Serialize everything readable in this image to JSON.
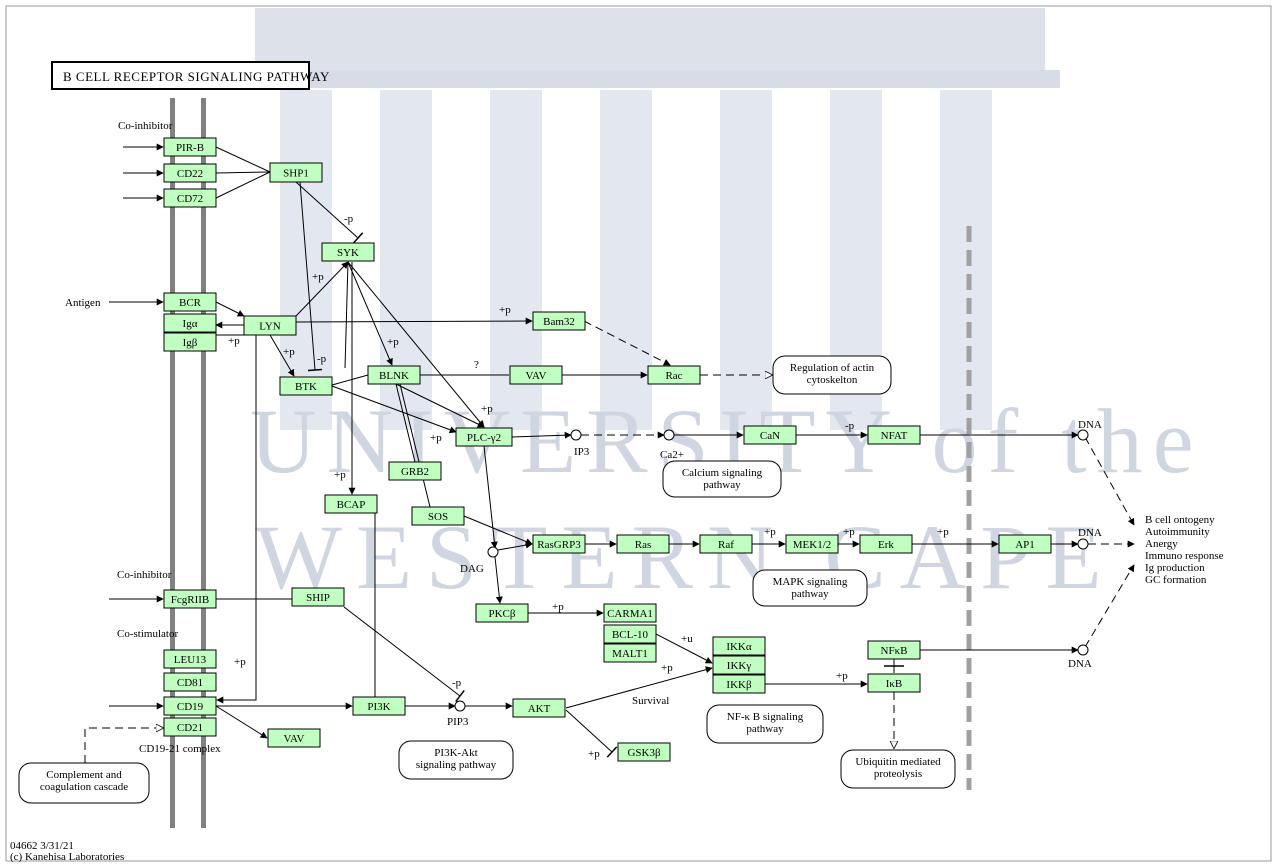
{
  "title": "B CELL RECEPTOR SIGNALING PATHWAY",
  "footer": [
    "04662 3/31/21",
    "(c) Kanehisa Laboratories"
  ],
  "watermark": {
    "line1": "UNIVERSITY of the",
    "line2": "WESTERN CAPE"
  },
  "colors": {
    "gene_fill": "#bfffbf",
    "gene_stroke": "#000000",
    "membrane": "#808080",
    "line": "#000000"
  },
  "genes": [
    {
      "id": "pirb",
      "label": "PIR-B"
    },
    {
      "id": "cd22",
      "label": "CD22"
    },
    {
      "id": "cd72",
      "label": "CD72"
    },
    {
      "id": "shp1",
      "label": "SHP1"
    },
    {
      "id": "syk",
      "label": "SYK"
    },
    {
      "id": "bcr",
      "label": "BCR"
    },
    {
      "id": "iga",
      "label": "Igα"
    },
    {
      "id": "igb",
      "label": "Igβ"
    },
    {
      "id": "lyn",
      "label": "LYN"
    },
    {
      "id": "bam32",
      "label": "Bam32"
    },
    {
      "id": "btk",
      "label": "BTK"
    },
    {
      "id": "blnk",
      "label": "BLNK"
    },
    {
      "id": "vav1",
      "label": "VAV"
    },
    {
      "id": "rac",
      "label": "Rac"
    },
    {
      "id": "plcg2",
      "label": "PLC-γ2"
    },
    {
      "id": "can",
      "label": "CaN"
    },
    {
      "id": "nfat",
      "label": "NFAT"
    },
    {
      "id": "grb2",
      "label": "GRB2"
    },
    {
      "id": "bcap",
      "label": "BCAP"
    },
    {
      "id": "sos",
      "label": "SOS"
    },
    {
      "id": "rasgrp3",
      "label": "RasGRP3"
    },
    {
      "id": "ras",
      "label": "Ras"
    },
    {
      "id": "raf",
      "label": "Raf"
    },
    {
      "id": "mek",
      "label": "MEK1/2"
    },
    {
      "id": "erk",
      "label": "Erk"
    },
    {
      "id": "ap1",
      "label": "AP1"
    },
    {
      "id": "fcgriib",
      "label": "FcgRIIB"
    },
    {
      "id": "ship",
      "label": "SHIP"
    },
    {
      "id": "pkcb",
      "label": "PKCβ"
    },
    {
      "id": "carma1",
      "label": "CARMA1"
    },
    {
      "id": "bcl10",
      "label": "BCL-10"
    },
    {
      "id": "malt1",
      "label": "MALT1"
    },
    {
      "id": "ikka",
      "label": "IKKα"
    },
    {
      "id": "ikky",
      "label": "IKKγ"
    },
    {
      "id": "ikkb",
      "label": "IKKβ"
    },
    {
      "id": "nfkb",
      "label": "NFκB"
    },
    {
      "id": "ikb",
      "label": "IκB"
    },
    {
      "id": "leu13",
      "label": "LEU13"
    },
    {
      "id": "cd81",
      "label": "CD81"
    },
    {
      "id": "cd19",
      "label": "CD19"
    },
    {
      "id": "cd21",
      "label": "CD21"
    },
    {
      "id": "pi3k",
      "label": "PI3K"
    },
    {
      "id": "akt",
      "label": "AKT"
    },
    {
      "id": "vav2",
      "label": "VAV"
    },
    {
      "id": "gsk3b",
      "label": "GSK3β"
    }
  ],
  "maps": [
    {
      "id": "actin",
      "lines": [
        "Regulation of actin",
        "cytoskelton"
      ]
    },
    {
      "id": "calcium",
      "lines": [
        "Calcium signaling",
        "pathway"
      ]
    },
    {
      "id": "mapk",
      "lines": [
        "MAPK signaling",
        "pathway"
      ]
    },
    {
      "id": "nfkbmap",
      "lines": [
        "NF-κ B signaling",
        "pathway"
      ]
    },
    {
      "id": "pi3kakt",
      "lines": [
        "PI3K-Akt",
        "signaling pathway"
      ]
    },
    {
      "id": "ubiq",
      "lines": [
        "Ubiquitin mediated",
        "proteolysis"
      ]
    },
    {
      "id": "complement",
      "lines": [
        "Complement and",
        "coagulation cascade"
      ]
    }
  ],
  "compounds": [
    {
      "id": "ip3",
      "label": "IP3"
    },
    {
      "id": "ca",
      "label": "Ca2+"
    },
    {
      "id": "dag",
      "label": "DAG"
    },
    {
      "id": "pip3",
      "label": "PIP3"
    }
  ],
  "labels": [
    {
      "id": "coinhibitor1",
      "text": "Co-inhibitor"
    },
    {
      "id": "antigen",
      "text": "Antigen"
    },
    {
      "id": "coinhibitor2",
      "text": "Co-inhibitor"
    },
    {
      "id": "costimulator",
      "text": "Co-stimulator"
    },
    {
      "id": "cd1921",
      "text": "CD19-21 complex"
    },
    {
      "id": "survival",
      "text": "Survival"
    },
    {
      "id": "dna1",
      "text": "DNA"
    },
    {
      "id": "dna2",
      "text": "DNA"
    },
    {
      "id": "dna3",
      "text": "DNA"
    },
    {
      "id": "qmark",
      "text": "?"
    }
  ],
  "mods": [
    {
      "id": "m1",
      "text": "-p"
    },
    {
      "id": "m2",
      "text": "+p"
    },
    {
      "id": "m3",
      "text": "+p"
    },
    {
      "id": "m4",
      "text": "+p"
    },
    {
      "id": "m5",
      "text": "-p"
    },
    {
      "id": "m6",
      "text": "+p"
    },
    {
      "id": "m7",
      "text": "+p"
    },
    {
      "id": "m8",
      "text": "+p"
    },
    {
      "id": "m9",
      "text": "+p"
    },
    {
      "id": "m10",
      "text": "+p"
    },
    {
      "id": "m11",
      "text": "-p"
    },
    {
      "id": "m12",
      "text": "+p"
    },
    {
      "id": "m13",
      "text": "+p"
    },
    {
      "id": "m14",
      "text": "+p"
    },
    {
      "id": "m15",
      "text": "+p"
    },
    {
      "id": "m16",
      "text": "+u"
    },
    {
      "id": "m17",
      "text": "+p"
    },
    {
      "id": "m18",
      "text": "+p"
    },
    {
      "id": "m19",
      "text": "+p"
    },
    {
      "id": "m20",
      "text": "-p"
    },
    {
      "id": "m21",
      "text": "+p"
    }
  ],
  "outcomes": [
    "B cell ontogeny",
    "Autoimmunity",
    "Anergy",
    "Immuno response",
    "Ig production",
    "GC formation"
  ]
}
